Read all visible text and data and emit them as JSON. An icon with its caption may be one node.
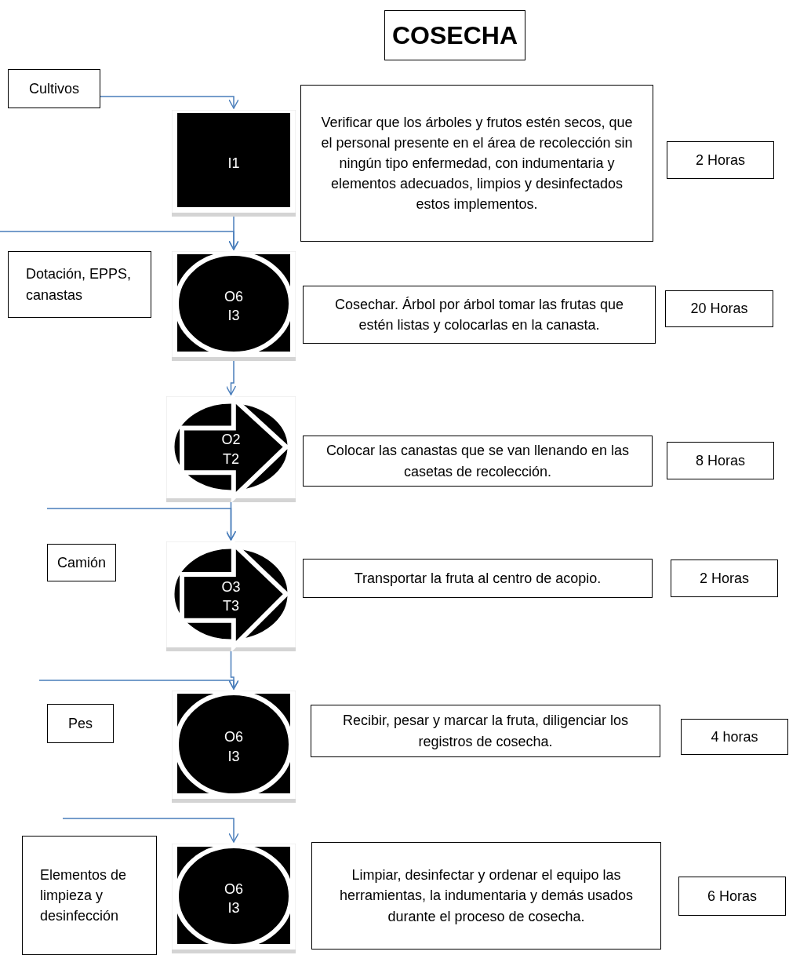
{
  "diagram": {
    "title": "COSECHA",
    "nodes": [
      {
        "text": [
          "Cultivos"
        ]
      },
      {
        "text": [
          "I1"
        ]
      },
      {
        "text": [
          "Verificar que los árboles y frutos estén secos, que el personal presente en el área de recolección sin ningún tipo enfermedad, con indumentaria y elementos adecuados, limpios y desinfectados estos implementos."
        ]
      },
      {
        "text": [
          "2 Horas"
        ]
      },
      {
        "text": [
          "Dotación, EPPS, canastas"
        ]
      },
      {
        "text": [
          "O6 I3"
        ]
      },
      {
        "text": [
          "Cosechar. Árbol por árbol tomar las frutas que estén listas y colocarlas en la canasta."
        ]
      },
      {
        "text": [
          "20 Horas"
        ]
      },
      {
        "text": [
          "O2 T2"
        ]
      },
      {
        "text": [
          "Colocar las canastas que se van llenando en las casetas de recolección."
        ]
      },
      {
        "text": [
          "8 Horas"
        ]
      },
      {
        "text": [
          "Camión"
        ]
      },
      {
        "text": [
          "O3 T3"
        ]
      },
      {
        "text": [
          "Transportar la fruta al centro de acopio."
        ]
      },
      {
        "text": [
          "2 Horas"
        ]
      },
      {
        "text": [
          "Pes"
        ]
      },
      {
        "text": [
          "O6 I3"
        ]
      },
      {
        "text": [
          "Recibir, pesar y marcar  la fruta, diligenciar los registros de cosecha."
        ]
      },
      {
        "text": [
          "4 horas"
        ]
      },
      {
        "text": [
          "Elementos de limpieza y desinfección"
        ]
      },
      {
        "text": [
          "O6 I3"
        ]
      },
      {
        "text": [
          "Limpiar, desinfectar y ordenar  el equipo las herramientas, la indumentaria y demás usados durante el proceso de cosecha."
        ]
      },
      {
        "text": [
          "6 Horas"
        ]
      }
    ],
    "edges": [
      {
        "from": 0,
        "to": 1,
        "arrow": "to"
      },
      {
        "from": null,
        "to": 5,
        "arrow": "to"
      },
      {
        "from": 1,
        "to": 5,
        "arrow": "to"
      },
      {
        "from": 5,
        "to": 8,
        "arrow": "to"
      },
      {
        "from": 8,
        "to": 12,
        "arrow": "to"
      },
      {
        "from": null,
        "to": 12,
        "arrow": "to"
      },
      {
        "from": 12,
        "to": 16,
        "arrow": "to"
      },
      {
        "from": null,
        "to": 16,
        "arrow": "to"
      },
      {
        "from": null,
        "to": 20,
        "arrow": "to"
      }
    ]
  }
}
